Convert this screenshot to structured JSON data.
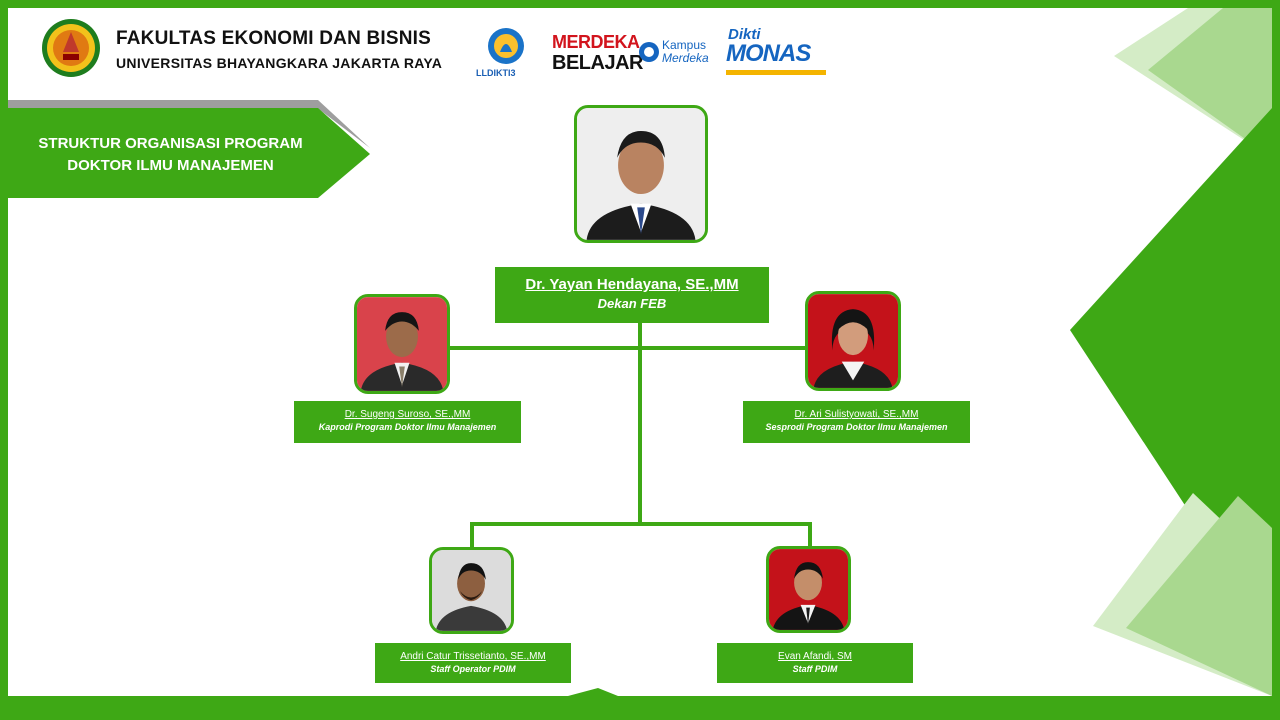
{
  "header": {
    "faculty": "FAKULTAS EKONOMI DAN BISNIS",
    "university": "UNIVERSITAS BHAYANGKARA JAKARTA RAYA"
  },
  "partner_logos": {
    "lldikti": "LLDIKTI3",
    "merdeka_line1": "MERDEKA",
    "merdeka_line2": "BELAJAR",
    "kampus_line1": "Kampus",
    "kampus_line2": "Merdeka",
    "monas_line1": "Dikti",
    "monas_line2": "MONAS"
  },
  "banner": {
    "line1": "STRUKTUR ORGANISASI PROGRAM",
    "line2": "DOKTOR ILMU MANAJEMEN"
  },
  "people": {
    "dekan": {
      "name": "Dr. Yayan Hendayana, SE.,MM",
      "role": "Dekan FEB"
    },
    "kaprodi": {
      "name": "Dr. Sugeng Suroso, SE.,MM",
      "role": "Kaprodi Program Doktor Ilmu Manajemen"
    },
    "sesprodi": {
      "name": "Dr. Ari Sulistyowati, SE.,MM",
      "role": "Sesprodi Program Doktor Ilmu Manajemen"
    },
    "operator": {
      "name": "Andri Catur Trissetianto, SE.,MM",
      "role": "Staff Operator PDIM"
    },
    "staff": {
      "name": "Evan Afandi, SM",
      "role": "Staff PDIM"
    }
  },
  "colors": {
    "brand_green": "#3ea815",
    "light_green": "#d4ecc6",
    "mid_green": "#a9d88f"
  },
  "icons": {
    "university_seal": "university-seal-icon",
    "portrait": "person-portrait-icon"
  }
}
